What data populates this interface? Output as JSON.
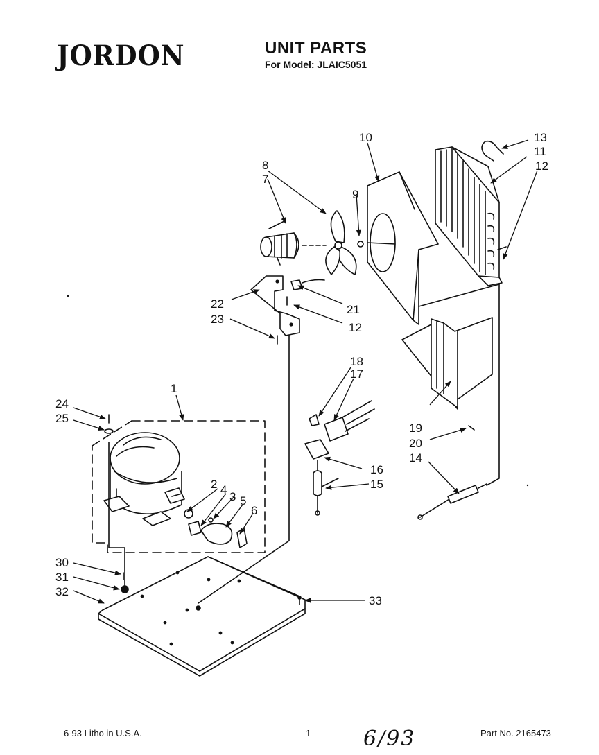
{
  "header": {
    "brand": "JORDON",
    "title": "UNIT PARTS",
    "model_line": "For Model: JLAIC5051"
  },
  "callouts": {
    "c1": "1",
    "c2": "2",
    "c3": "3",
    "c4": "4",
    "c5": "5",
    "c6": "6",
    "c7": "7",
    "c8": "8",
    "c9": "9",
    "c10": "10",
    "c11": "11",
    "c12a": "12",
    "c12b": "12",
    "c13": "13",
    "c14": "14",
    "c15": "15",
    "c16": "16",
    "c17": "17",
    "c18": "18",
    "c19": "19",
    "c20": "20",
    "c21": "21",
    "c22": "22",
    "c23": "23",
    "c24": "24",
    "c25": "25",
    "c30": "30",
    "c31": "31",
    "c32": "32",
    "c33": "33"
  },
  "footer": {
    "printing": "6-93  Litho in U.S.A.",
    "page_number": "1",
    "handwritten_date": "6/93",
    "part_number": "Part No. 2165473"
  },
  "colors": {
    "ink": "#111111",
    "paper": "#ffffff"
  }
}
